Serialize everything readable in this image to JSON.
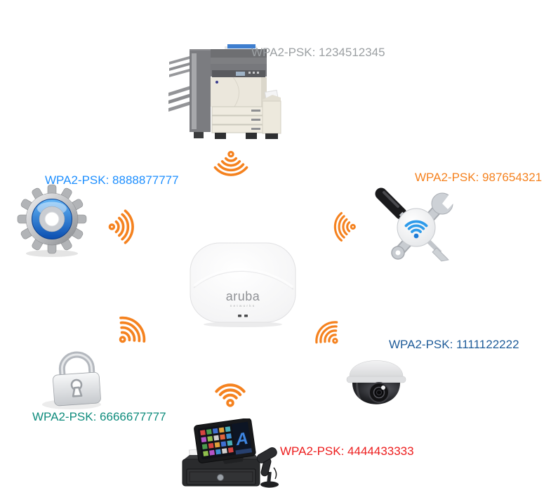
{
  "wifi_icon_color": "#F5821F",
  "access_point": {
    "brand": "aruba",
    "brand_sub": "networks",
    "brand_color": "#8F9195"
  },
  "devices": [
    {
      "id": "printer",
      "name": "multifunction-printer",
      "psk_label": "WPA2-PSK: 1234512345",
      "label_color": "#9CA0A3"
    },
    {
      "id": "gear",
      "name": "settings-gear",
      "psk_label": "WPA2-PSK: 8888877777",
      "label_color": "#1E8FFF"
    },
    {
      "id": "tools",
      "name": "wifi-setup-tools",
      "psk_label": "WPA2-PSK: 987654321",
      "label_color": "#F5821F"
    },
    {
      "id": "lock",
      "name": "padlock",
      "psk_label": "WPA2-PSK: 6666677777",
      "label_color": "#0F8C7D"
    },
    {
      "id": "camera",
      "name": "dome-camera",
      "psk_label": "WPA2-PSK: 1111122222",
      "label_color": "#1F5C99"
    },
    {
      "id": "pos",
      "name": "pos-terminal",
      "psk_label": "WPA2-PSK: 4444433333",
      "label_color": "#ED1C1C",
      "screen_logo": "A"
    }
  ]
}
